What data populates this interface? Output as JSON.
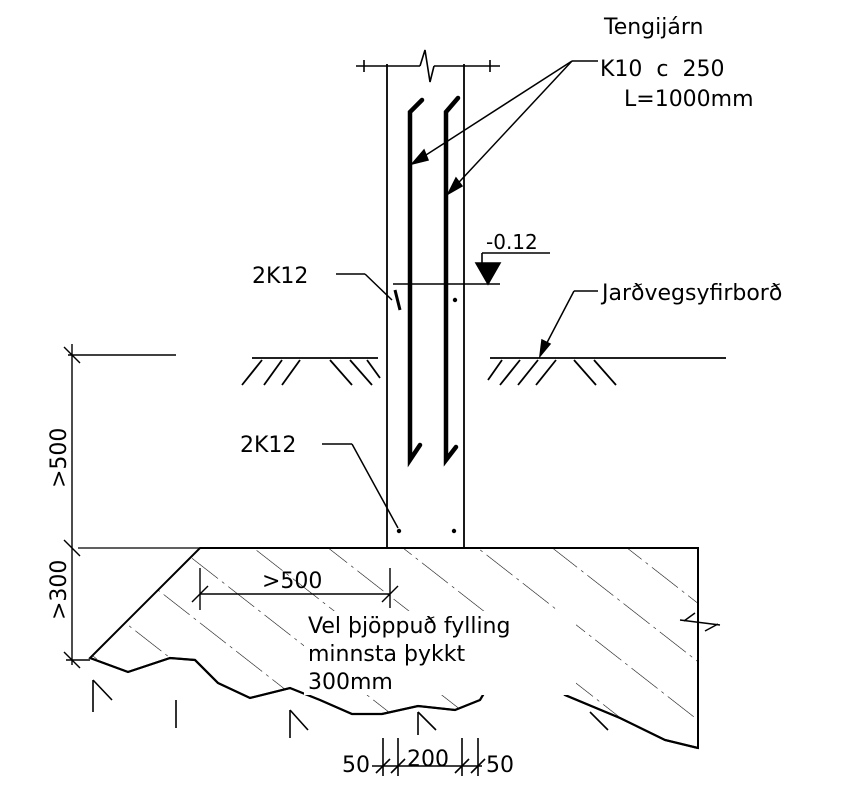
{
  "labels": {
    "tengijarn_title": "Tengijárn",
    "tengijarn_spec": "K10  c  250",
    "tengijarn_length": "L=1000mm",
    "level_mark": "-0.12",
    "bar_upper": "2K12",
    "bar_lower": "2K12",
    "ground_surface": "Jarðvegsyfirborð",
    "fill_line1": "Vel þjöppuð fylling",
    "fill_line2": "minnsta þykkt",
    "fill_line3": "300mm"
  },
  "dimensions": {
    "depth_min": ">500",
    "fill_depth_min": ">300",
    "fill_overhang_min": ">500",
    "wall_left_cover": "50",
    "wall_thickness": "200",
    "wall_right_cover": "50"
  }
}
